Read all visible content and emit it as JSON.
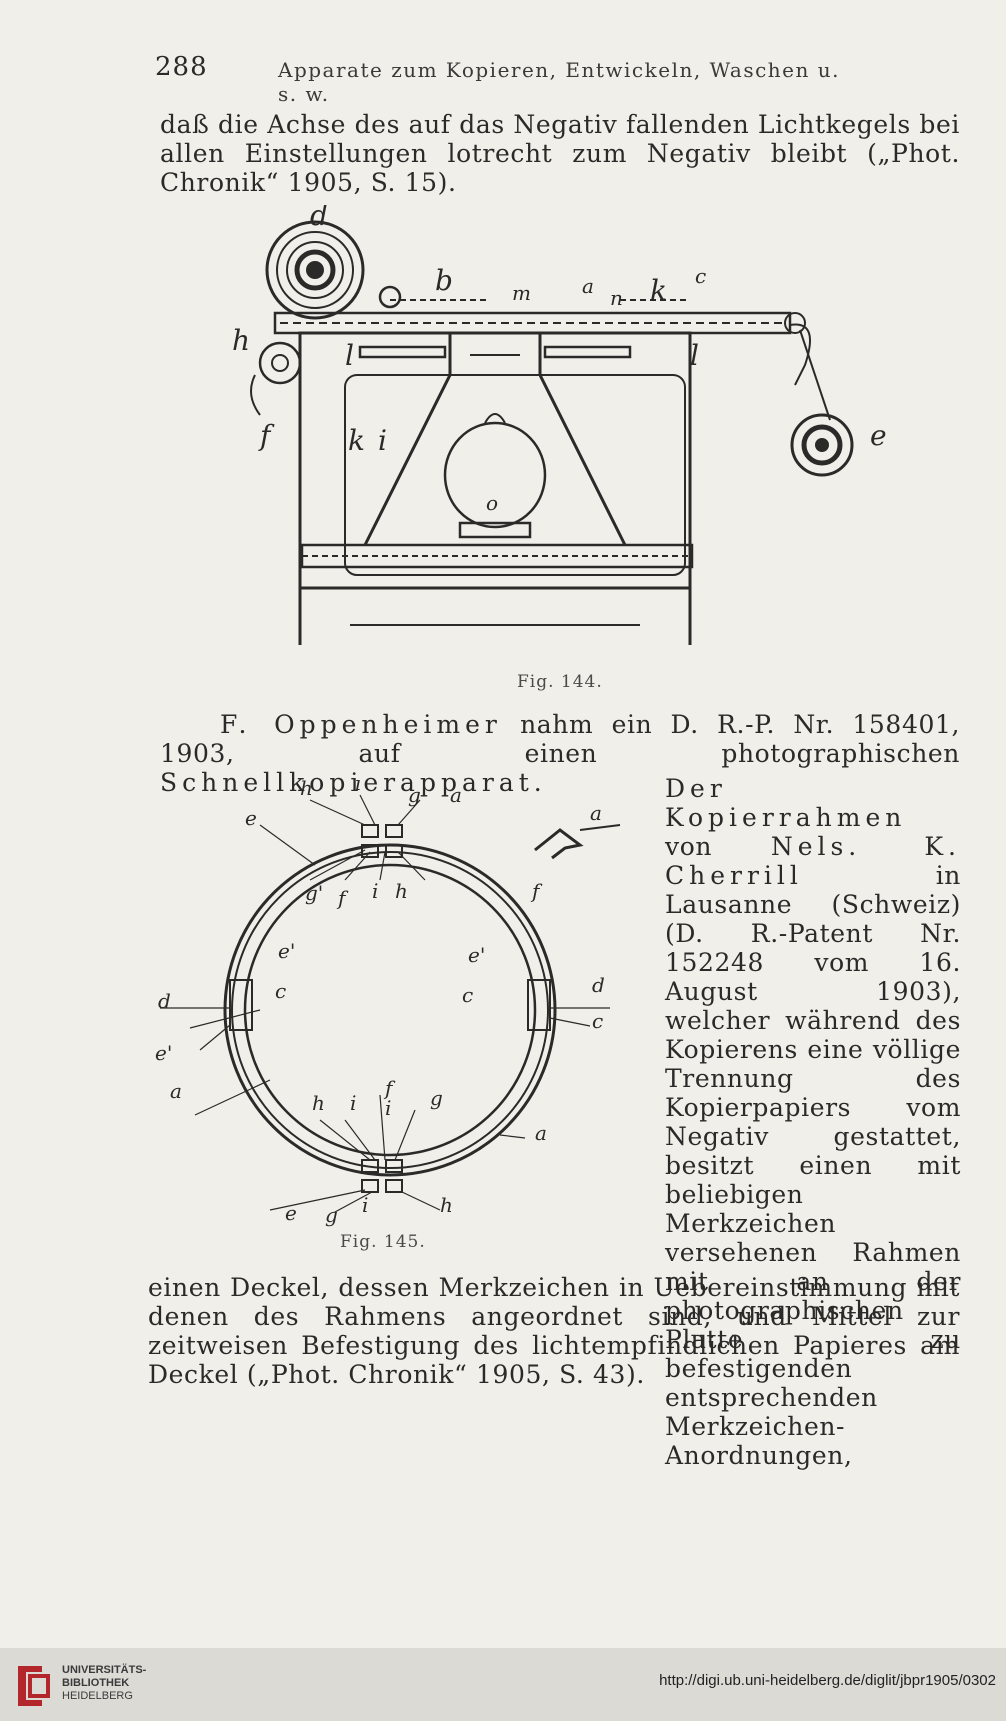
{
  "header": {
    "page_number": "288",
    "running_title": "Apparate zum Kopieren, Entwickeln, Waschen u. s. w."
  },
  "paragraphs": {
    "p1": "daß die Achse des auf das Negativ fallenden Lichtkegels bei allen Einstellungen lotrecht zum Negativ bleibt („Phot. Chronik“ 1905, S. 15).",
    "p2_name": "F. Oppenheimer",
    "p2_mid": " nahm ein D. R.-P. Nr. 158401, 1903, auf einen photographischen ",
    "p2_term": "Schnellkopierapparat",
    "p2_end": ".",
    "p3_term": "Der Kopierrahmen",
    "p3_mid": " von ",
    "p3_name": "Nels. K. Cherrill",
    "p3_rest": " in Lausanne (Schweiz) (D. R.-Patent Nr. 152248 vom 16. August 1903), welcher während des Kopierens eine völlige Trennung des Kopierpapiers vom Negativ gestattet, besitzt einen mit beliebigen Merkzeichen versehenen Rahmen mit an der photographischen Platte zu befestigenden entsprechenden Merkzeichen-Anordnungen,",
    "p4": "einen Deckel, dessen Merkzeichen in Uebereinstimmung mit denen des Rahmens angeordnet sind, und Mittel zur zeitweisen Befestigung des lichtempfindlichen Papieres am Deckel („Phot. Chronik“ 1905, S. 43)."
  },
  "figures": {
    "fig144": {
      "caption": "Fig. 144.",
      "labels": {
        "d": "d",
        "b": "b",
        "m": "m",
        "a": "a",
        "n": "n",
        "k": "k",
        "c": "c",
        "h": "h",
        "l": "l",
        "l2": "l",
        "k2": "k",
        "i": "i",
        "f": "f",
        "o": "o",
        "e": "e"
      }
    },
    "fig145": {
      "caption": "Fig. 145.",
      "labels": {
        "h": "h",
        "i": "i",
        "g": "g",
        "a": "a",
        "e": "e",
        "g1": "g'",
        "f": "f",
        "i2": "i",
        "h2": "h",
        "a2": "a",
        "f2": "f",
        "e1": "e'",
        "d": "d",
        "c": "c",
        "e2": "e'",
        "c2": "c",
        "d2": "d",
        "c3": "c",
        "e3": "e'",
        "a3": "a",
        "h3": "h",
        "i3": "i",
        "i4": "i",
        "g2": "g",
        "f3": "f",
        "a4": "a",
        "e4": "e",
        "g3": "g",
        "i5": "i",
        "h4": "h"
      }
    }
  },
  "footer": {
    "library_line1": "UNIVERSITÄTS-",
    "library_line2": "BIBLIOTHEK",
    "library_line3": "HEIDELBERG",
    "url": "http://digi.ub.uni-heidelberg.de/diglit/jbpr1905/0302"
  }
}
